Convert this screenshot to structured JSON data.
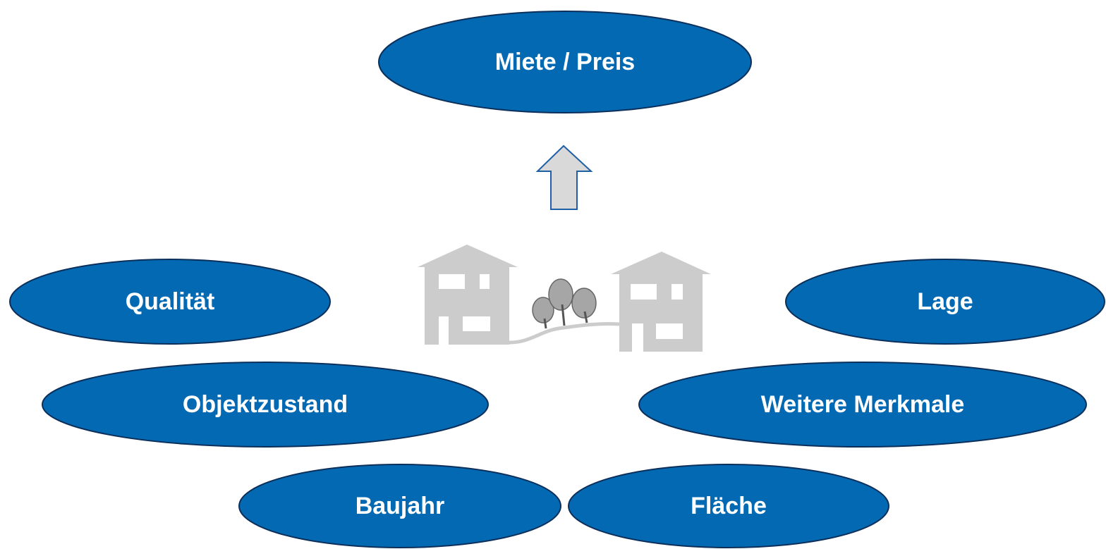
{
  "colors": {
    "ellipse_fill": "#0369b3",
    "ellipse_stroke": "#0b2f5a",
    "text": "#ffffff",
    "arrow_fill": "#d9d9d9",
    "arrow_stroke": "#1f5fa6",
    "house": "#cccccc",
    "window": "#ffffff"
  },
  "target": {
    "label": "Miete / Preis"
  },
  "factors": [
    {
      "key": "qualitaet",
      "label": "Qualität"
    },
    {
      "key": "lage",
      "label": "Lage"
    },
    {
      "key": "objektzustand",
      "label": "Objektzustand"
    },
    {
      "key": "weitere-merkmale",
      "label": "Weitere Merkmale"
    },
    {
      "key": "baujahr",
      "label": "Baujahr"
    },
    {
      "key": "flaeche",
      "label": "Fläche"
    }
  ],
  "icons": {
    "arrow": "up-arrow-icon",
    "houses": "houses-with-trees-icon"
  }
}
